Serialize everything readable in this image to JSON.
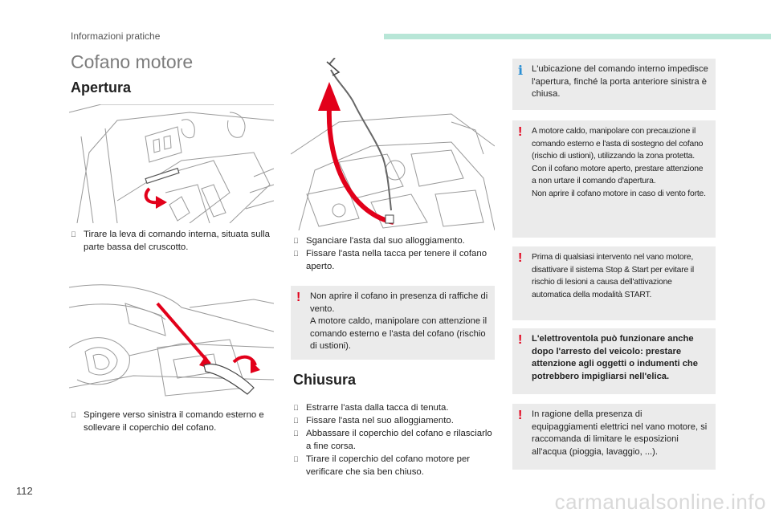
{
  "header": {
    "title": "Informazioni pratiche"
  },
  "page_number": "112",
  "watermark": "carmanualsonline.info",
  "page_title": "Cofano motore",
  "sections": {
    "apertura": "Apertura",
    "chiusura": "Chiusura"
  },
  "apertura_steps_1": [
    "Tirare la leva di comando interna, situata sulla parte bassa del cruscotto."
  ],
  "apertura_steps_2": [
    "Spingere verso sinistra il comando esterno e sollevare il coperchio del cofano."
  ],
  "apertura_steps_3": [
    "Sganciare l'asta dal suo alloggiamento.",
    "Fissare l'asta nella tacca per tenere il cofano aperto."
  ],
  "wind_warning": {
    "line1": "Non aprire il cofano in presenza di raffiche di vento.",
    "line2": "A motore caldo, manipolare con attenzione il comando esterno e l'asta del cofano (rischio di ustioni)."
  },
  "chiusura_steps": [
    "Estrarre l'asta dalla tacca di tenuta.",
    "Fissare l'asta nel suo alloggiamento.",
    "Abbassare il coperchio del cofano e rilasciarlo a fine corsa.",
    "Tirare il coperchio del cofano motore per verificare che sia ben chiuso."
  ],
  "info_box": "L'ubicazione del comando interno impedisce l'apertura, finché la porta anteriore sinistra è chiusa.",
  "hot_engine_warning": {
    "line1": "A motore caldo, manipolare con precauzione il comando esterno e l'asta di sostegno del cofano (rischio di ustioni), utilizzando la zona protetta.",
    "line2": "Con il cofano motore aperto, prestare attenzione a non urtare il comando d'apertura.",
    "line3": "Non aprire il cofano motore in caso di vento forte."
  },
  "stop_start_warning": "Prima di qualsiasi intervento nel vano motore, disattivare il sistema Stop & Start per evitare il rischio di lesioni a causa dell'attivazione automatica della modalità START.",
  "fan_warning": "L'elettroventola può funzionare anche dopo l'arresto del veicolo: prestare attenzione agli oggetti o indumenti che potrebbero impigliarsi nell'elica.",
  "water_warning": "In ragione della presenza di equipaggiamenti elettrici nel vano motore, si raccomanda di limitare le esposizioni all'acqua (pioggia, lavaggio, ...).",
  "icons": {
    "info": "info-icon",
    "warning": "warning-icon",
    "bullet": "bullet-icon"
  },
  "colors": {
    "accent_bar": "#b8e6d7",
    "warning": "#e2001a",
    "info": "#2a8fd4",
    "box_background": "#ebebeb"
  }
}
